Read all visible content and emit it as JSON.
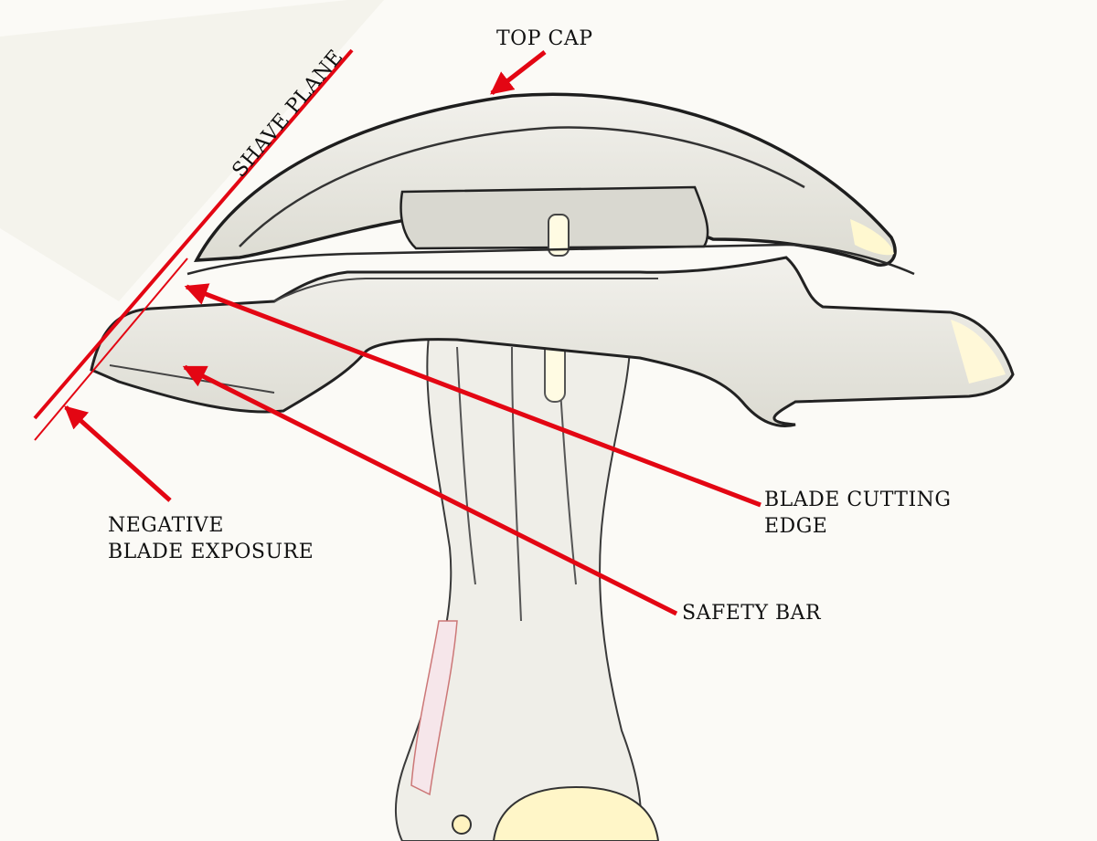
{
  "labels": {
    "top_cap": "TOP CAP",
    "shave_plane": "SHAVE PLANE",
    "blade_cutting_edge": [
      "BLADE CUTTING",
      "EDGE"
    ],
    "safety_bar": "SAFETY BAR",
    "negative_blade_exposure": [
      "NEGATIVE",
      "BLADE EXPOSURE"
    ]
  },
  "colors": {
    "arrow": "#e30613",
    "outline": "#2a2a2a",
    "background": "#fbfaf6",
    "metal_fill": "#ecebe4"
  }
}
